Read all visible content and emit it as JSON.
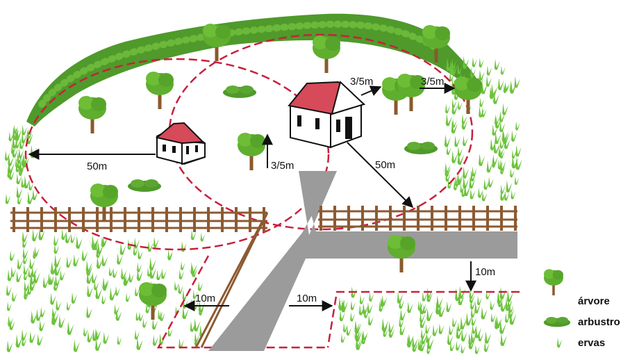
{
  "measurements": {
    "radius_left": "50m",
    "radius_right": "50m",
    "height_mid": "3/5m",
    "house_to_trees": "3/5m",
    "trees_to_tree": "3/5m",
    "road_left": "10m",
    "road_right": "10m",
    "road_bottom": "10m"
  },
  "legend": {
    "tree": "árvore",
    "shrub": "arbustro",
    "grass": "ervas"
  },
  "colors": {
    "dashed_line": "#c8203c",
    "roof": "#d64a5a",
    "tree_green": "#5fae2e",
    "hedge_green": "#4f9a2b",
    "trunk": "#8a5a2b",
    "fence": "#8b5a33",
    "road": "#9b9b9b",
    "grass": "#6cc23c"
  }
}
